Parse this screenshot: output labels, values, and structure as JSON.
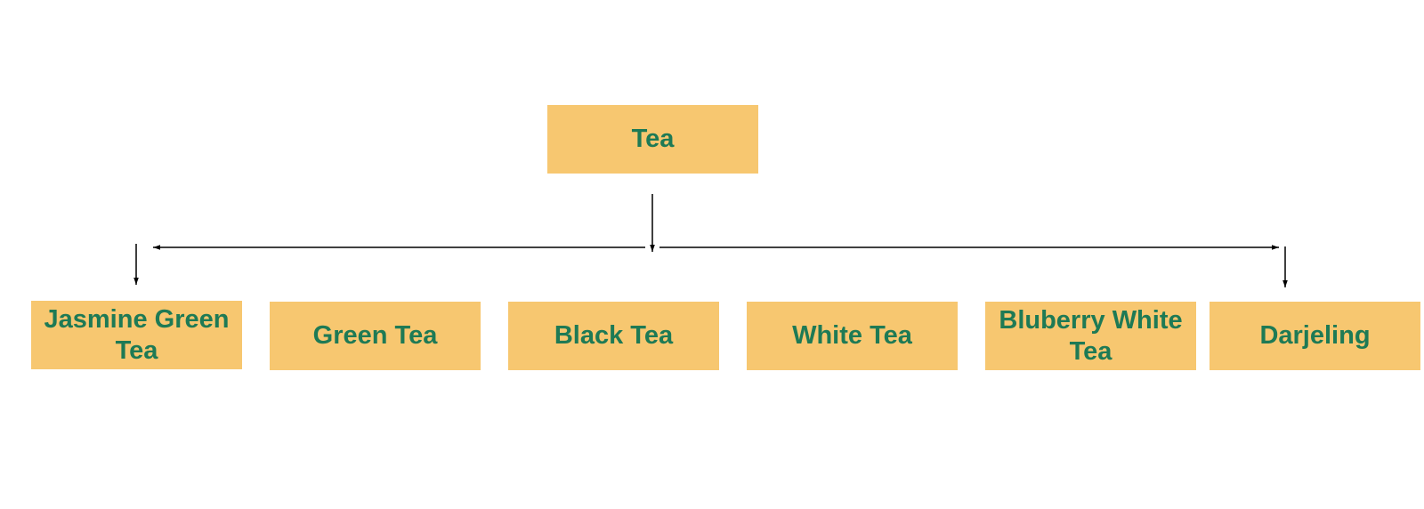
{
  "diagram": {
    "root": {
      "label": "Tea"
    },
    "children": [
      {
        "label": "Jasmine Green Tea"
      },
      {
        "label": "Green Tea"
      },
      {
        "label": "Black Tea"
      },
      {
        "label": "White Tea"
      },
      {
        "label": "Bluberry White Tea"
      },
      {
        "label": "Darjeling"
      }
    ]
  },
  "colors": {
    "box_fill": "#f7c770",
    "text": "#1e7a55",
    "connector": "#000000"
  }
}
